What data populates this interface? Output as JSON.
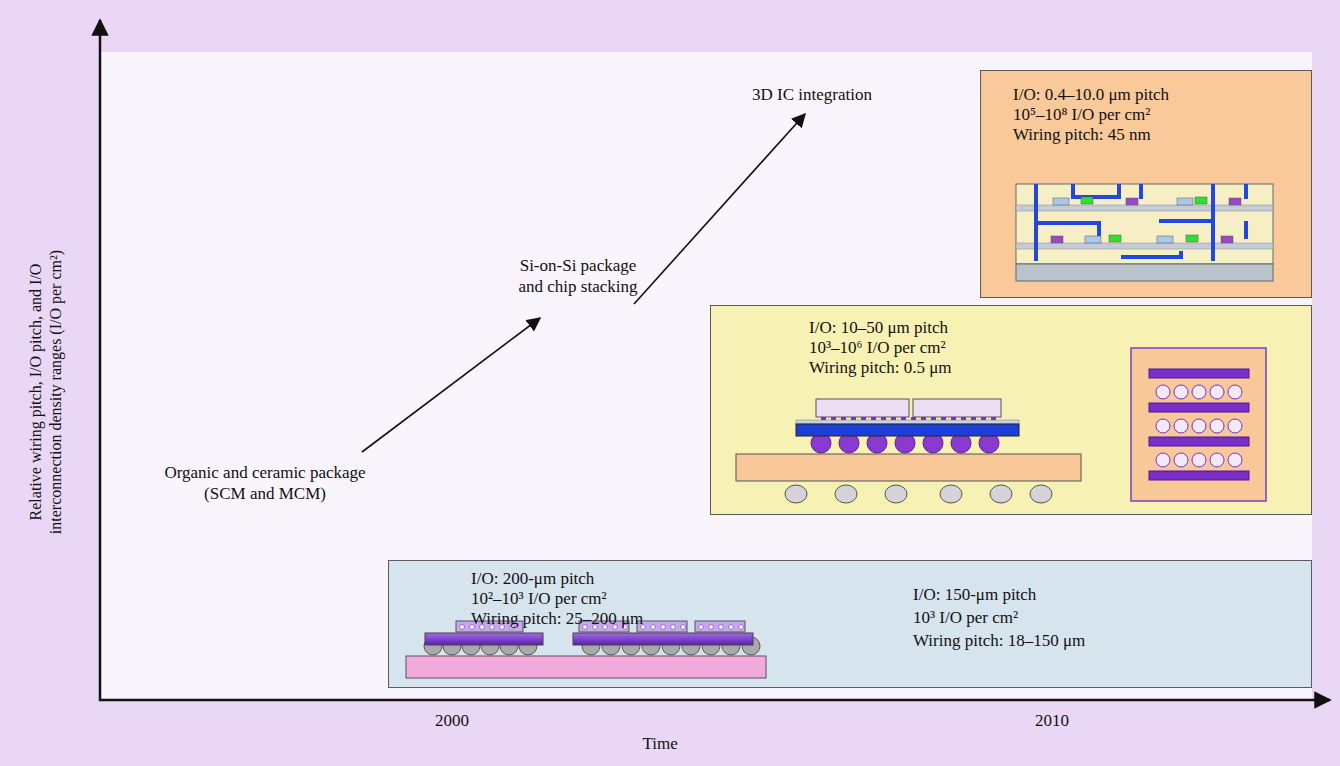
{
  "diagram": {
    "nodes": [
      {
        "text": [
          "I/O: 200-μm pitch",
          "10²–10³ I/O per cm²",
          "Wiring pitch: 25–200 μm",
          "I/O: 150-μm pitch",
          "10³ I/O per cm²",
          "Wiring pitch: 18–150 μm"
        ]
      },
      {
        "text": [
          "I/O: 10–50 μm pitch",
          "10³–10⁶ I/O per cm²",
          "Wiring pitch: 0.5 μm"
        ]
      },
      {
        "text": [
          "I/O: 0.4–10.0 μm pitch",
          "10⁵–10⁸ I/O per cm²",
          "Wiring pitch: 45 nm"
        ]
      }
    ],
    "labels": [
      "3D IC integration",
      "Si-on-Si package and chip stacking",
      "Organic and ceramic package (SCM and MCM)",
      "2000",
      "2010",
      "Time",
      "Relative wiring pitch, I/O pitch, and I/O interconnection density ranges (I/O per cm²)"
    ]
  }
}
